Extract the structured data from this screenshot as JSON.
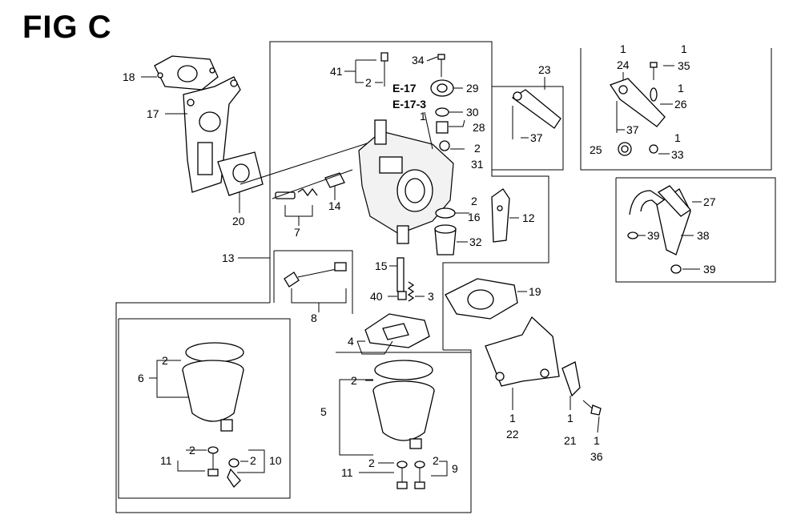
{
  "figure": {
    "title": "FIG C"
  },
  "callouts": {
    "c18": "18",
    "c17": "17",
    "c20": "20",
    "c13": "13",
    "c41": "41",
    "c2_41": "2",
    "c34": "34",
    "c29": "29",
    "e17": "E-17",
    "e173": "E-17-3",
    "c30": "30",
    "c28": "28",
    "c2_31": "2",
    "c31": "31",
    "c1_body": "1",
    "c14": "14",
    "c7": "7",
    "c2_16": "2",
    "c16": "16",
    "c12": "12",
    "c32": "32",
    "c8": "8",
    "c15": "15",
    "c40": "40",
    "c3": "3",
    "c19": "19",
    "c4": "4",
    "c2_bowl6": "2",
    "c6": "6",
    "c11_l": "11",
    "c2_11l": "2",
    "c2_10": "2",
    "c10": "10",
    "c2_bowl5": "2",
    "c5": "5",
    "c11_r": "11",
    "c2_11r": "2",
    "c2_9": "2",
    "c9": "9",
    "c23": "23",
    "c37_23": "37",
    "c1_24": "1",
    "c24": "24",
    "c1_35": "1",
    "c35": "35",
    "c1_26": "1",
    "c26": "26",
    "c37_b": "37",
    "c25": "25",
    "c1_33": "1",
    "c33": "33",
    "c27": "27",
    "c39_a": "39",
    "c38": "38",
    "c39_b": "39",
    "c1_22": "1",
    "c22": "22",
    "c1_21": "1",
    "c21": "21",
    "c1_36": "1",
    "c36": "36"
  }
}
